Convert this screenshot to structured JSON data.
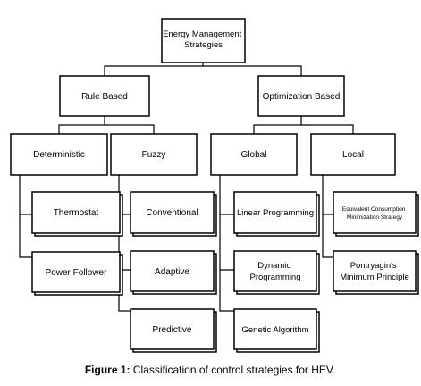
{
  "nodes": {
    "root": "Energy Management Strategies",
    "rule_based": "Rule Based",
    "optimization_based": "Optimization Based",
    "deterministic": "Deterministic",
    "fuzzy": "Fuzzy",
    "global": "Global",
    "local": "Local",
    "thermostat": "Thermostat",
    "power_follower": "Power Follower",
    "conventional": "Conventional",
    "adaptive": "Adaptive",
    "predictive": "Predictive",
    "linear_programming": "Linear Programming",
    "dynamic_programming": "Dynamic Programming",
    "genetic_algorithm": "Genetic Algorithm",
    "ecms": "Equivalent Consumption Minimization Strategy",
    "pontryagin": "Pontryagin's Minimum Principle"
  },
  "caption": {
    "label": "Figure 1:",
    "text": " Classification of control strategies for HEV."
  }
}
